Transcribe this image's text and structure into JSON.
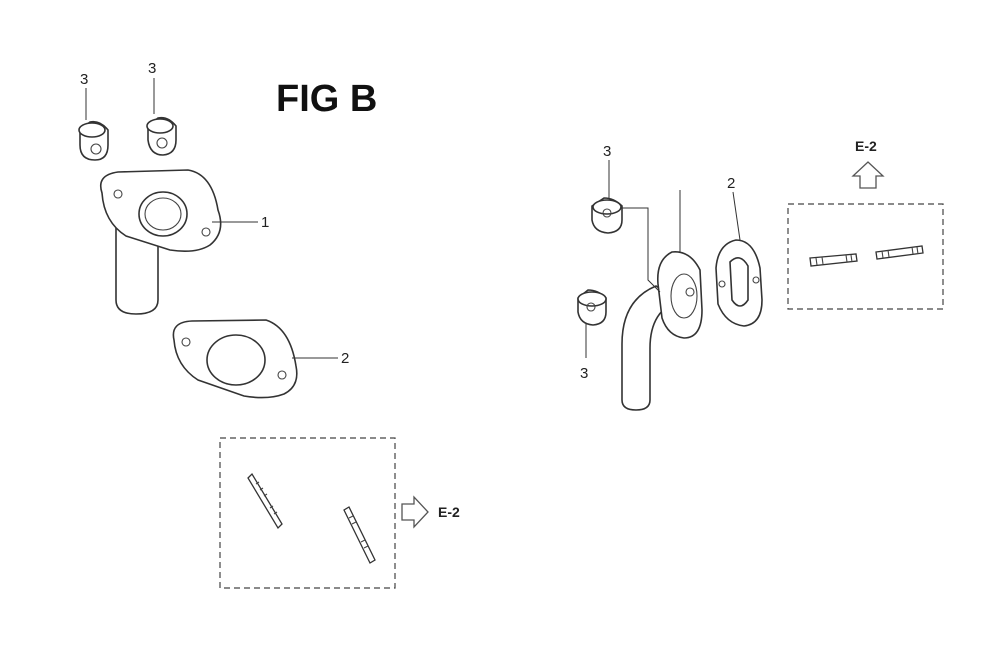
{
  "figure": {
    "title": "FIG B",
    "callouts": {
      "part1": "1",
      "part2": "2",
      "part3": "3"
    },
    "reference": "E-2"
  }
}
